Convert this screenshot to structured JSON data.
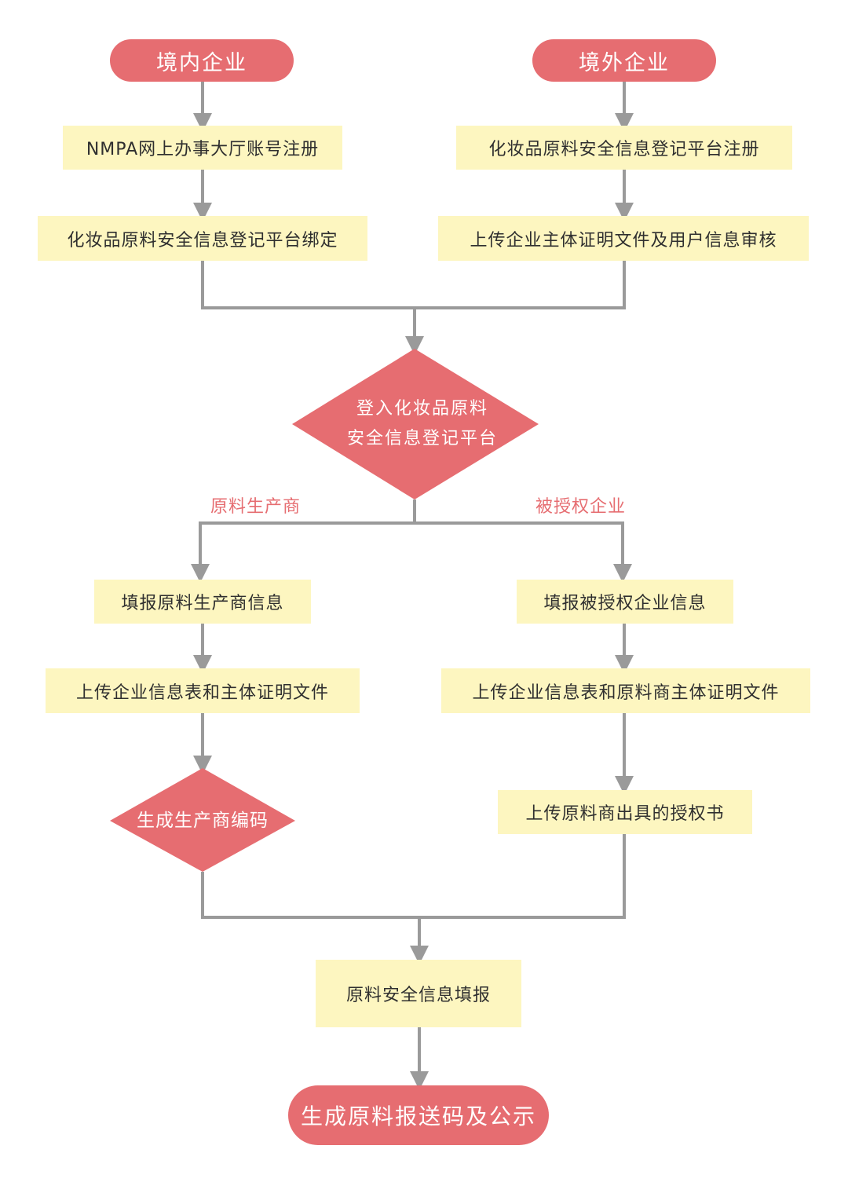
{
  "start_nodes": {
    "domestic": "境内企业",
    "overseas": "境外企业"
  },
  "left_track": {
    "step1": "NMPA网上办事大厅账号注册",
    "step2": "化妆品原料安全信息登记平台绑定"
  },
  "right_track": {
    "step1": "化妆品原料安全信息登记平台注册",
    "step2": "上传企业主体证明文件及用户信息审核"
  },
  "decision_login": {
    "line1": "登入化妆品原料",
    "line2": "安全信息登记平台"
  },
  "branches": {
    "manufacturer_label": "原料生产商",
    "authorized_label": "被授权企业"
  },
  "manufacturer_track": {
    "step1": "填报原料生产商信息",
    "step2": "上传企业信息表和主体证明文件",
    "decision": "生成生产商编码"
  },
  "authorized_track": {
    "step1": "填报被授权企业信息",
    "step2": "上传企业信息表和原料商主体证明文件",
    "step3": "上传原料商出具的授权书"
  },
  "final": {
    "fill": "原料安全信息填报",
    "end": "生成原料报送码及公示"
  },
  "colors": {
    "pill": "#e66d71",
    "box": "#fdf6c0",
    "line": "#9a9a9a",
    "label": "#e66d71"
  }
}
